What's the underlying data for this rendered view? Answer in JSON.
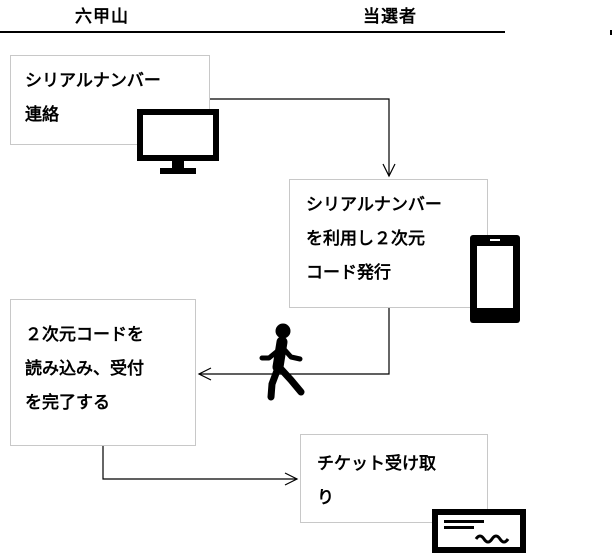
{
  "lanes": {
    "left": "六甲山",
    "right": "当選者"
  },
  "steps": {
    "s1": "シリアルナンバー\n連絡",
    "s2": "シリアルナンバー\nを利用し２次元\nコード発行",
    "s3": "２次元コードを\n読み込み、受付\nを完了する",
    "s4": "チケット受け取\nり"
  },
  "icons": {
    "monitor": "monitor-icon",
    "phone": "smartphone-icon",
    "walker": "walking-person-icon",
    "ticket": "ticket-icon"
  },
  "colors": {
    "stroke": "#000000",
    "box_border": "#c8c8c8",
    "background": "#ffffff"
  }
}
